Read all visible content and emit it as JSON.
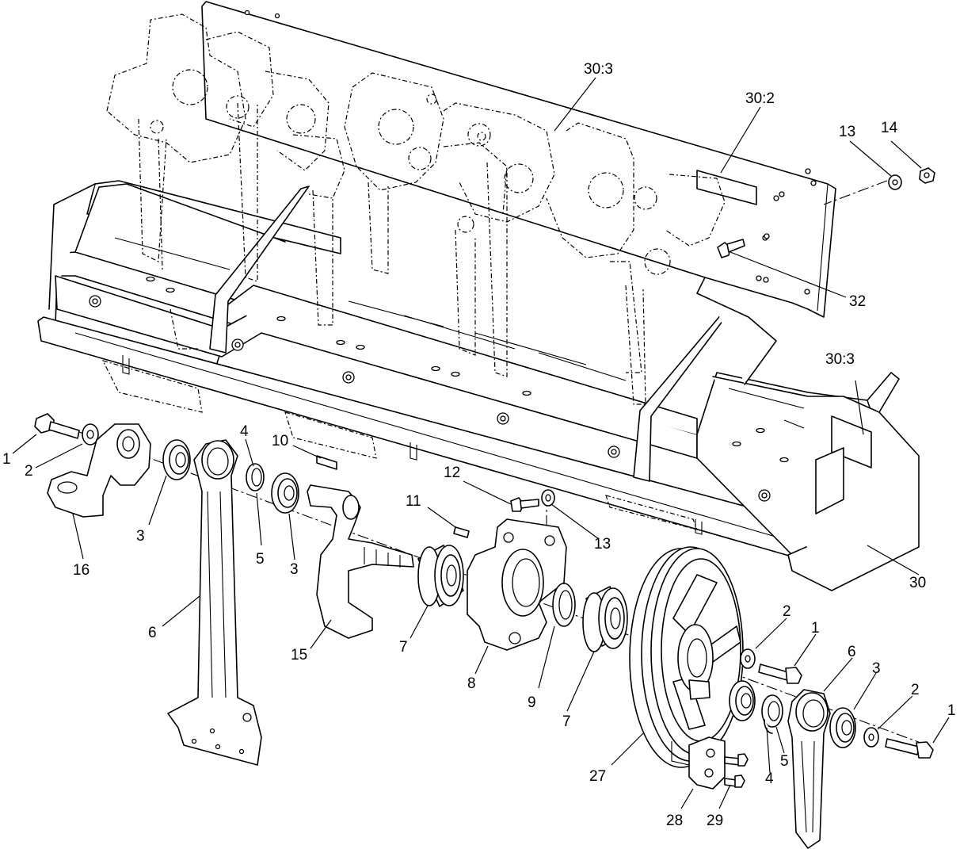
{
  "callouts": {
    "c1a": "1",
    "c2a": "2",
    "c3a": "3",
    "c16": "16",
    "c6a": "6",
    "c4a": "4",
    "c10": "10",
    "c5a": "5",
    "c3b": "3",
    "c15": "15",
    "c12": "12",
    "c11": "11",
    "c13a": "13",
    "c7a": "7",
    "c8": "8",
    "c9": "9",
    "c7b": "7",
    "c27": "27",
    "c28": "28",
    "c29": "29",
    "c2b": "2",
    "c1b": "1",
    "c6b": "6",
    "c3c": "3",
    "c2c": "2",
    "c1c": "1",
    "c4b": "4",
    "c5b": "5",
    "c30": "30",
    "c30_3a": "30:3",
    "c30_3b": "30:3",
    "c30_2": "30:2",
    "c13b": "13",
    "c14": "14",
    "c32": "32"
  }
}
